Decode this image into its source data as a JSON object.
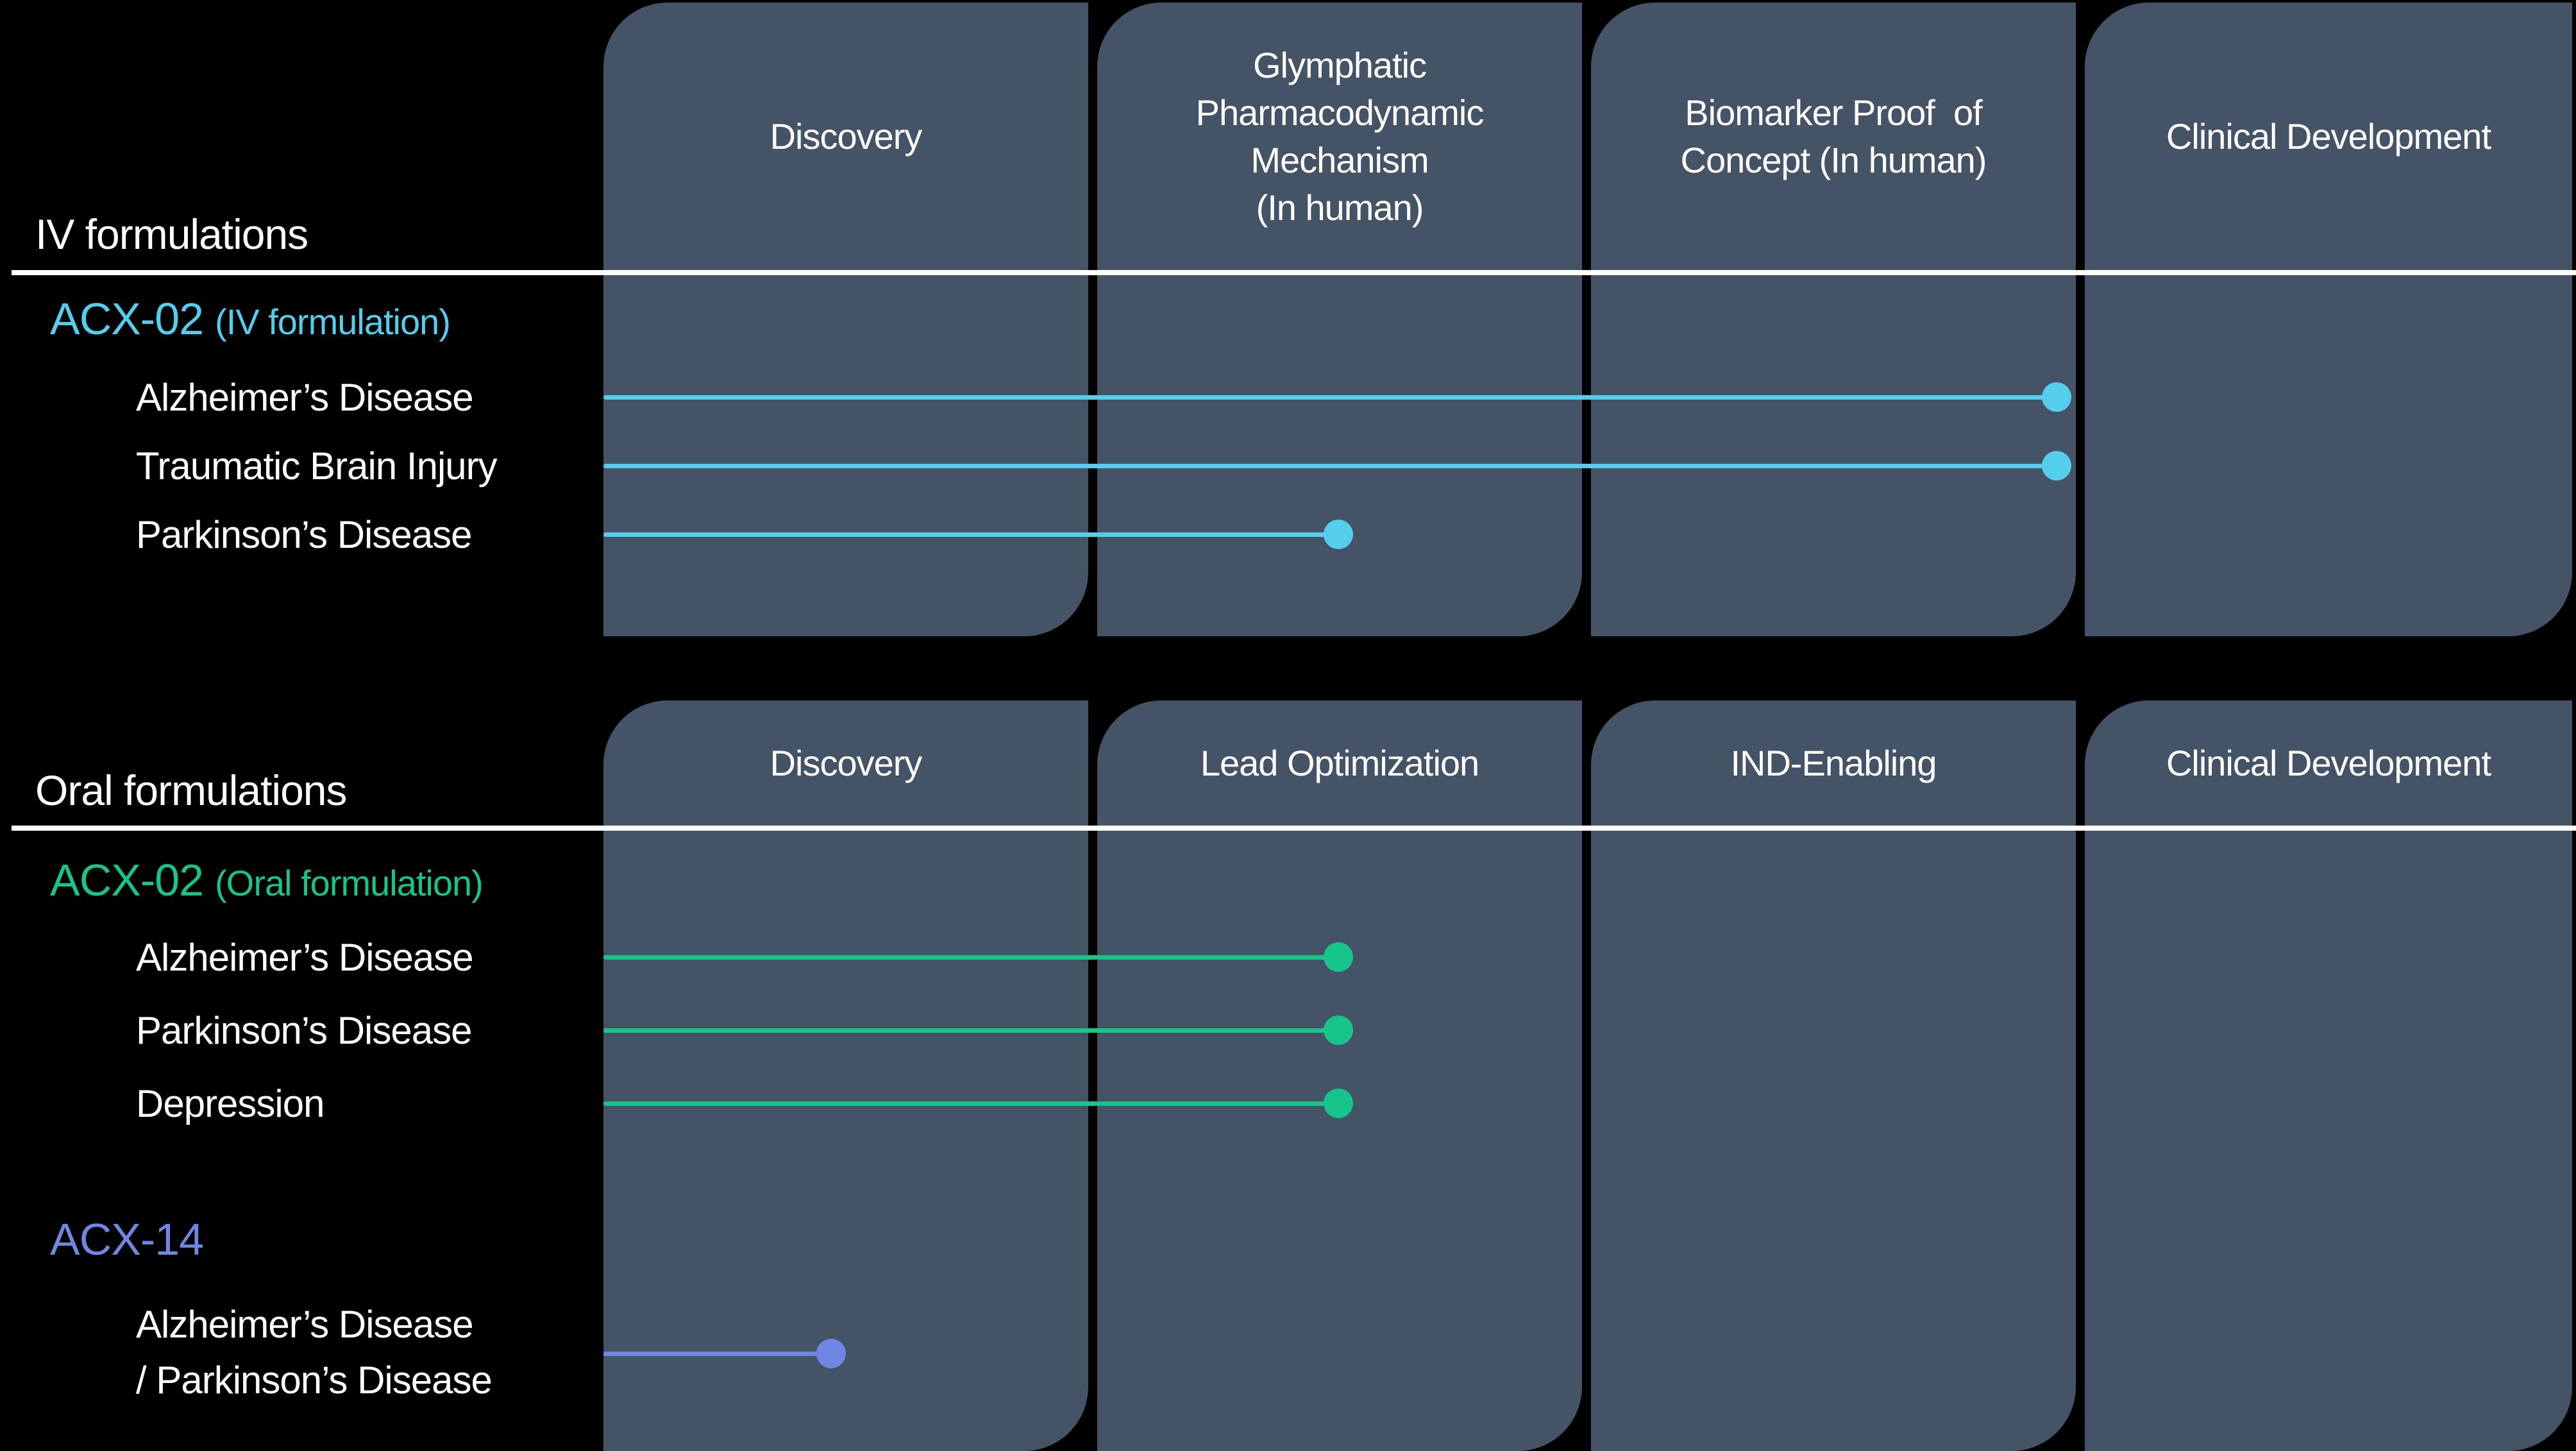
{
  "slide": {
    "kind": "drug-development-pipeline",
    "background_color": "#000000",
    "column_color": "#445366",
    "divider_color": "#FFFFFF"
  },
  "colors": {
    "iv_accent": "#55CDEC",
    "oral_acx02_accent": "#17C48C",
    "acx14_accent": "#6F87E2",
    "text": "#FFFFFF"
  },
  "sections": [
    {
      "title": "IV formulations",
      "columns": [
        "Discovery",
        "Glymphatic\nPharmacodynamic\nMechanism\n(In human)",
        "Biomarker Proof  of\nConcept (In human)",
        "Clinical Development"
      ],
      "programs": [
        {
          "name": "ACX-02",
          "qualifier": "(IV formulation)",
          "color": "#55CDEC",
          "rows": [
            {
              "label": "Alzheimer’s Disease",
              "stage_reached": "Biomarker Proof of Concept (In human)"
            },
            {
              "label": "Traumatic Brain Injury",
              "stage_reached": "Biomarker Proof of Concept (In human)"
            },
            {
              "label": "Parkinson’s Disease",
              "stage_reached": "Glymphatic Pharmacodynamic Mechanism (In human)"
            }
          ]
        }
      ]
    },
    {
      "title": "Oral formulations",
      "columns": [
        "Discovery",
        "Lead Optimization",
        "IND-Enabling",
        "Clinical Development"
      ],
      "programs": [
        {
          "name": "ACX-02",
          "qualifier": "(Oral formulation)",
          "color": "#17C48C",
          "rows": [
            {
              "label": "Alzheimer’s Disease",
              "stage_reached": "Lead Optimization"
            },
            {
              "label": "Parkinson’s Disease",
              "stage_reached": "Lead Optimization"
            },
            {
              "label": "Depression",
              "stage_reached": "Lead Optimization"
            }
          ]
        },
        {
          "name": "ACX-14",
          "qualifier": "",
          "color": "#6F87E2",
          "rows": [
            {
              "label": "Alzheimer’s Disease\n/ Parkinson’s Disease",
              "stage_reached": "Discovery"
            }
          ]
        }
      ]
    }
  ]
}
